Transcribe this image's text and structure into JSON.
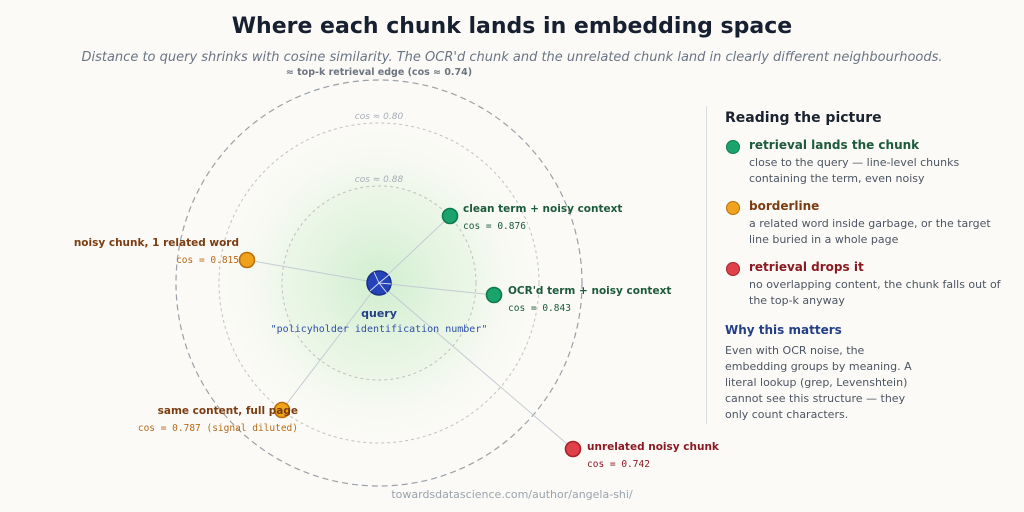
{
  "title": "Where each chunk lands in embedding space",
  "subtitle": "Distance to query shrinks with cosine similarity. The OCR'd chunk and the unrelated chunk land in clearly different neighbourhoods.",
  "rings": [
    {
      "label": "≈ top-k retrieval edge (cos ≈ 0.74)"
    },
    {
      "label": "cos ≈ 0.80"
    },
    {
      "label": "cos ≈ 0.88"
    }
  ],
  "query": {
    "label": "query",
    "text": "\"policyholder identification number\""
  },
  "chunks": [
    {
      "label": "clean term + noisy context",
      "score": "cos = 0.876",
      "cos": 0.876,
      "category": "lands",
      "align": "start"
    },
    {
      "label": "OCR'd term + noisy context",
      "score": "cos = 0.843",
      "cos": 0.843,
      "category": "lands",
      "align": "start"
    },
    {
      "label": "noisy chunk, 1 related word",
      "score": "cos = 0.815",
      "cos": 0.815,
      "category": "borderline",
      "align": "end"
    },
    {
      "label": "same content, full page",
      "score": "cos = 0.787 (signal diluted)",
      "cos": 0.787,
      "category": "borderline",
      "align": "end"
    },
    {
      "label": "unrelated noisy chunk",
      "score": "cos = 0.742",
      "cos": 0.742,
      "category": "drops",
      "align": "start"
    }
  ],
  "colors": {
    "lands": "#1aa46b",
    "lands_text": "#1d5a3b",
    "borderline": "#f0a21d",
    "borderline_text": "#7a3c10",
    "borderline_score": "#b96a18",
    "drops": "#e0404a",
    "drops_text": "#8a1a22",
    "query": "#2443b8",
    "query_text": "#253f86"
  },
  "legend": {
    "heading": "Reading the picture",
    "items": [
      {
        "label": "retrieval lands the chunk",
        "desc": "close to the query — line-level chunks containing the term, even noisy",
        "category": "lands"
      },
      {
        "label": "borderline",
        "desc": "a related word inside garbage, or the target line buried in a whole page",
        "category": "borderline"
      },
      {
        "label": "retrieval drops it",
        "desc": "no overlapping content, the chunk falls out of the top-k anyway",
        "category": "drops"
      }
    ],
    "why_heading": "Why this matters",
    "why_body": "Even with OCR noise, the embedding groups by meaning. A literal lookup (grep, Levenshtein) cannot see this structure — they only count characters."
  },
  "footer": "towardsdatascience.com/author/angela-shi/"
}
